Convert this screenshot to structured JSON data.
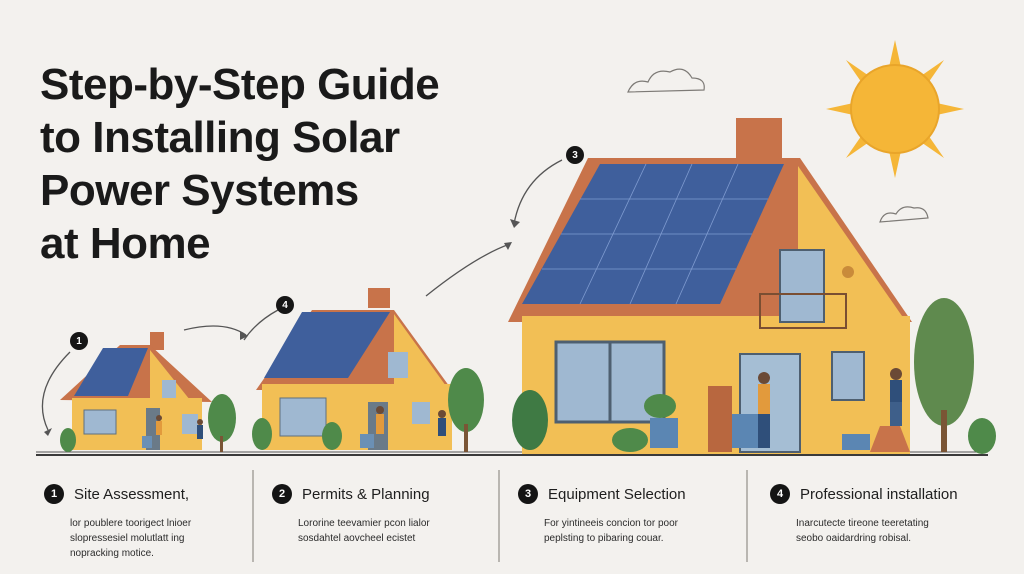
{
  "title": {
    "line1": "Step-by-Step Guide",
    "line2": "to Installing Solar",
    "line3": "Power Systems",
    "line4": "at Home"
  },
  "badges": {
    "house1": "1",
    "house2": "4",
    "house3": "3"
  },
  "steps": [
    {
      "num": "1",
      "title": "Site Assessment,",
      "desc_line1": "lor poublere toorigect lnioer",
      "desc_line2": "slopressesiel molutlatt ing",
      "desc_line3": "nopracking motice."
    },
    {
      "num": "2",
      "title": "Permits & Planning",
      "desc_line1": "Lororine teevamier pcon lialor",
      "desc_line2": "sosdahtel aovcheel ecistet",
      "desc_line3": ""
    },
    {
      "num": "3",
      "title": "Equipment Selection",
      "desc_line1": "For yintineeis concion tor poor",
      "desc_line2": "peplsting to pibaring couar.",
      "desc_line3": ""
    },
    {
      "num": "4",
      "title": "Professional installation",
      "desc_line1": "Inarcutecte tireone teeretating",
      "desc_line2": "seobo oaidardring robisal.",
      "desc_line3": ""
    }
  ],
  "colors": {
    "background": "#f3f1ee",
    "wall": "#f2bf55",
    "roof": "#c8734a",
    "panel": "#3f5f9c",
    "sun": "#f5b637",
    "tree": "#4f8a4a"
  }
}
